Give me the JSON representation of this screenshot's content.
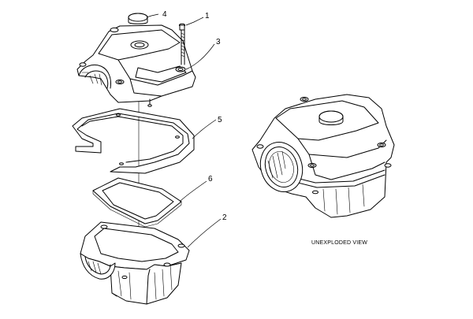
{
  "diagram": {
    "callouts": [
      {
        "id": "1",
        "label": "1"
      },
      {
        "id": "2",
        "label": "2"
      },
      {
        "id": "3",
        "label": "3"
      },
      {
        "id": "4",
        "label": "4"
      },
      {
        "id": "5",
        "label": "5"
      },
      {
        "id": "6",
        "label": "6"
      }
    ],
    "caption": "UNEXPLODED VIEW"
  }
}
